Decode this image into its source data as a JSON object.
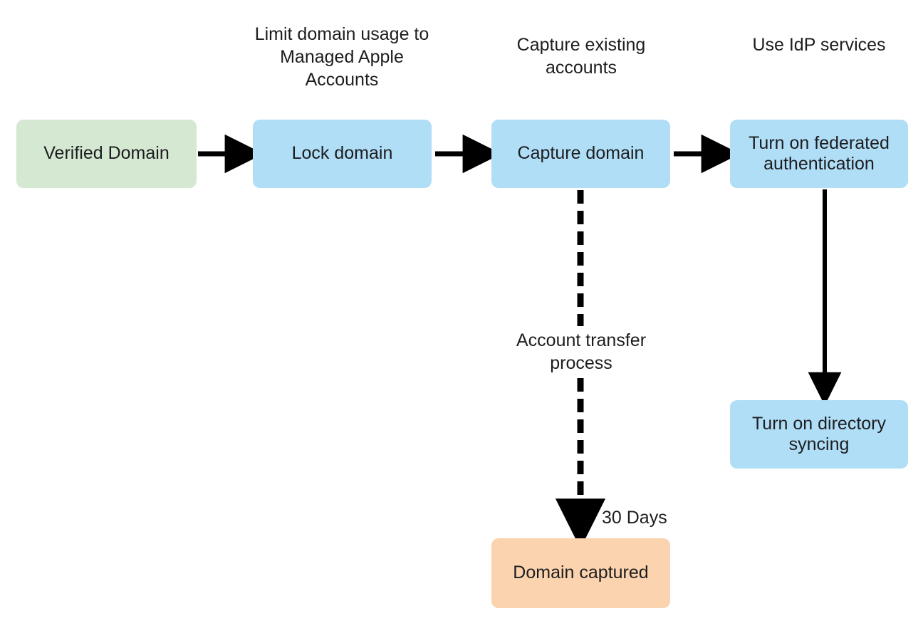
{
  "diagram": {
    "title_text": "",
    "colors": {
      "green": "#d4e8d2",
      "blue": "#b0def7",
      "orange": "#fbd3ae",
      "stroke": "#000000",
      "text": "#1d1d1f",
      "background": "#ffffff"
    },
    "captions": [
      {
        "id": "caption-lock-domain",
        "text": "Limit domain usage to Managed Apple Accounts"
      },
      {
        "id": "caption-capture-domain",
        "text": "Capture existing accounts"
      },
      {
        "id": "caption-federated-auth",
        "text": "Use IdP services"
      }
    ],
    "nodes": [
      {
        "id": "node-verified-domain",
        "label": "Verified Domain",
        "color": "green"
      },
      {
        "id": "node-lock-domain",
        "label": "Lock domain",
        "color": "blue"
      },
      {
        "id": "node-capture-domain",
        "label": "Capture domain",
        "color": "blue"
      },
      {
        "id": "node-federated-auth",
        "label": "Turn on federated authentication",
        "color": "blue"
      },
      {
        "id": "node-directory-syncing",
        "label": "Turn on directory syncing",
        "color": "blue"
      },
      {
        "id": "node-domain-captured",
        "label": "Domain captured",
        "color": "orange"
      }
    ],
    "edge_labels": [
      {
        "id": "edge-label-account-transfer",
        "text": "Account transfer process"
      },
      {
        "id": "edge-label-30-days",
        "text": "30 Days"
      }
    ],
    "edges": [
      {
        "id": "edge-verified-to-lock",
        "from": "node-verified-domain",
        "to": "node-lock-domain",
        "style": "solid"
      },
      {
        "id": "edge-lock-to-capture",
        "from": "node-lock-domain",
        "to": "node-capture-domain",
        "style": "solid"
      },
      {
        "id": "edge-capture-to-federated",
        "from": "node-capture-domain",
        "to": "node-federated-auth",
        "style": "solid"
      },
      {
        "id": "edge-federated-to-directory",
        "from": "node-federated-auth",
        "to": "node-directory-syncing",
        "style": "solid"
      },
      {
        "id": "edge-capture-to-domain-captured",
        "from": "node-capture-domain",
        "to": "node-domain-captured",
        "style": "dashed"
      }
    ]
  }
}
